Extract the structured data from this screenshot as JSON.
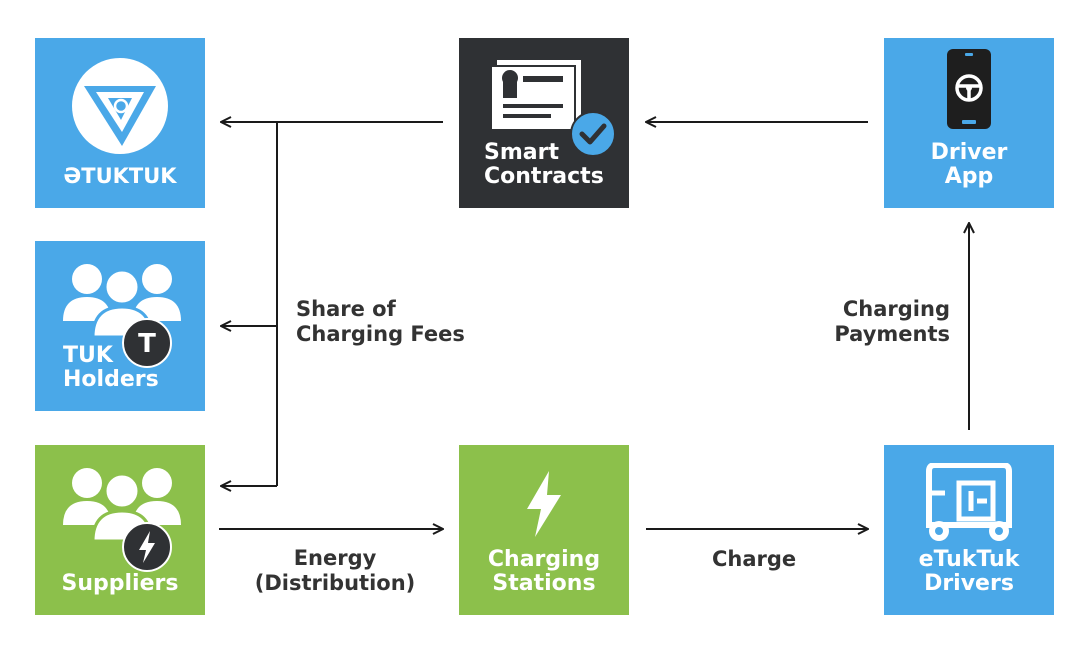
{
  "nodes": {
    "etuktuk": {
      "label": "ƏTUKTUK"
    },
    "tuk_holders": {
      "line1": "TUK",
      "line2": "Holders"
    },
    "suppliers": {
      "label": "Suppliers"
    },
    "smart_contracts": {
      "line1": "Smart",
      "line2": "Contracts"
    },
    "charging_stations": {
      "line1": "Charging",
      "line2": "Stations"
    },
    "driver_app": {
      "line1": "Driver",
      "line2": "App"
    },
    "etuktuk_drivers": {
      "line1": "eTukTuk",
      "line2": "Drivers"
    }
  },
  "flows": {
    "share_fees": {
      "line1": "Share of",
      "line2": "Charging Fees"
    },
    "energy": {
      "line1": "Energy",
      "line2": "(Distribution)"
    },
    "charge": {
      "label": "Charge"
    },
    "charging_payments": {
      "line1": "Charging",
      "line2": "Payments"
    }
  },
  "badges": {
    "tuk": "T"
  },
  "colors": {
    "blue": "#4aa8e8",
    "green": "#8cc04b",
    "dark": "#2f3134",
    "line": "#1a1a1a",
    "text": "#333333"
  }
}
